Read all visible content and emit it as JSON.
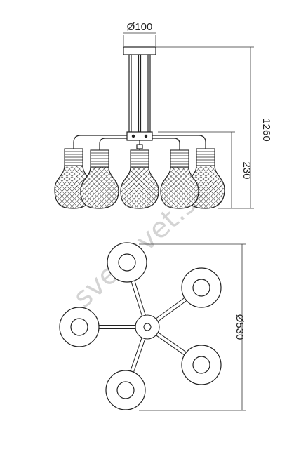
{
  "dimensions": {
    "canopy_diameter": "Ø100",
    "total_height": "1260",
    "body_height": "230",
    "spread_diameter": "Ø530"
  },
  "watermark": {
    "text": "svet-svet.si"
  },
  "colors": {
    "line": "#222222",
    "watermark": "#d4d4d4"
  }
}
